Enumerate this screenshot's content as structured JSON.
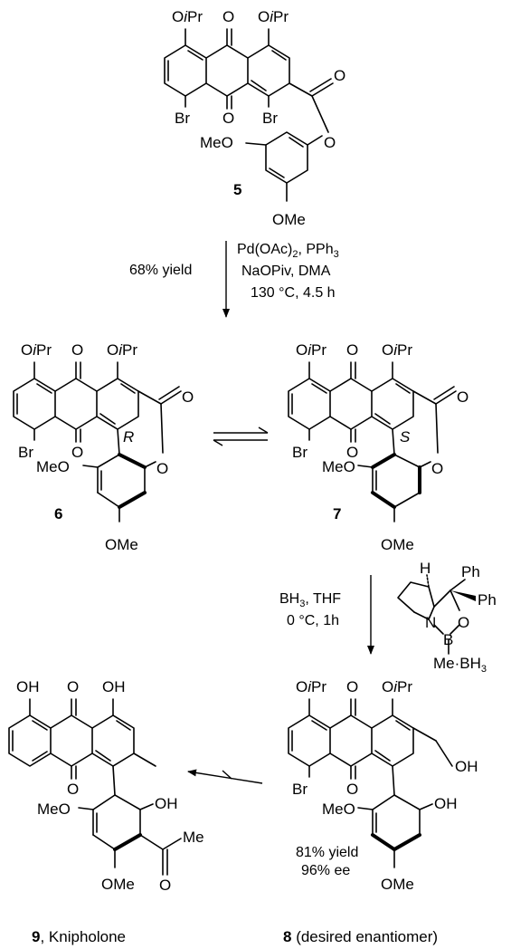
{
  "labels": {
    "oipr": "OiPr",
    "oipr_o": "O",
    "oipr_i": "i",
    "oipr_pr": "Pr",
    "o": "O",
    "br": "Br",
    "meo": "MeO",
    "ome": "OMe",
    "oh": "OH",
    "me": "Me",
    "h": "H",
    "ph": "Ph",
    "n": "N",
    "b": "B",
    "mebh3": "Me·BH3"
  },
  "stereo": {
    "r": "R",
    "s": "S"
  },
  "compounds": {
    "c5": "5",
    "c6": "6",
    "c7": "7",
    "c8": "8",
    "c8_note": " (desired enantiomer)",
    "c9": "9",
    "c9_note": ", Knipholone"
  },
  "step1": {
    "yield": "68% yield",
    "line1": "Pd(OAc)2, PPh3",
    "line2": "NaOPiv, DMA",
    "line3": "130 °C, 4.5 h"
  },
  "step2": {
    "line1": "BH3, THF",
    "line2": "0 °C, 1h"
  },
  "step3": {
    "yield": "81% yield",
    "ee": "96% ee"
  },
  "colors": {
    "ink": "#000000",
    "background": "#ffffff"
  }
}
